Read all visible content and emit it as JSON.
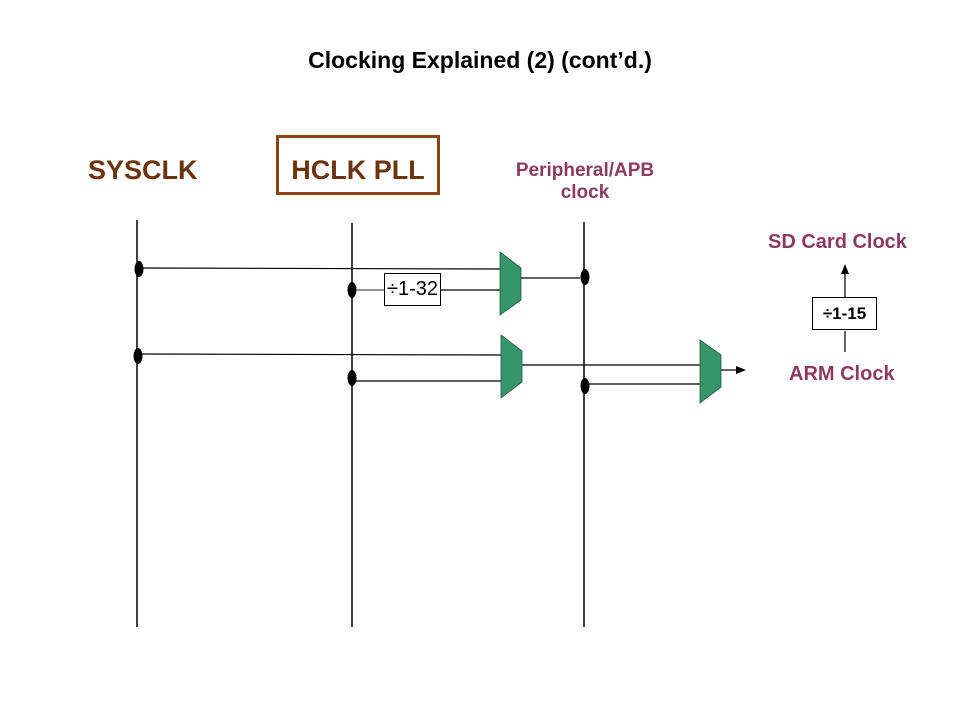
{
  "title": "Clocking Explained (2) (cont’d.)",
  "sources": {
    "sysclk": "SYSCLK",
    "hclk_pll": "HCLK PLL",
    "peripheral": "Peripheral/APB clock",
    "peripheral_line1": "Peripheral/APB",
    "peripheral_line2": "clock"
  },
  "dividers": {
    "hclk_divider": "÷1-32",
    "sd_divider": "÷1-15"
  },
  "outputs": {
    "sd_card_clock": "SD Card Clock",
    "arm_clock": "ARM Clock"
  },
  "colors": {
    "mux_fill": "#36956a",
    "source_label": "#6b3410",
    "clock_label": "#8b3a62",
    "hclk_box_border": "#8b4513"
  }
}
